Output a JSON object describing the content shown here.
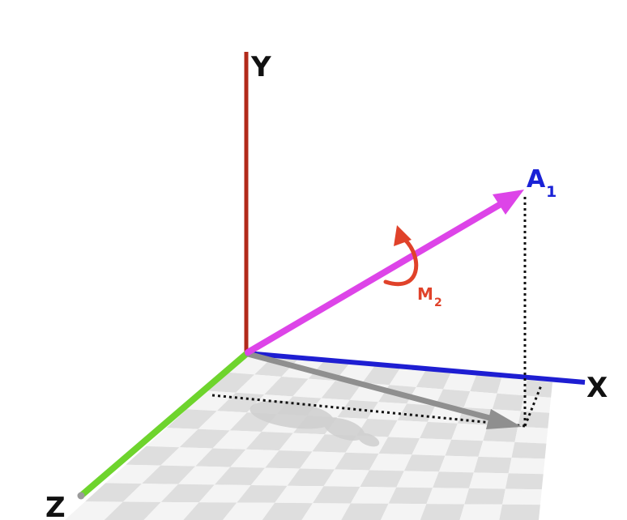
{
  "axes": {
    "x": {
      "label": "X",
      "color": "#1e1ed2"
    },
    "y": {
      "label": "Y",
      "color": "#b22a1a"
    },
    "z": {
      "label": "Z",
      "color": "#7de03a"
    }
  },
  "vector": {
    "label": "A",
    "subscript": "1",
    "label_color": "#1a22d6",
    "color": "#dd44e8"
  },
  "projection": {
    "color": "#8f8f8f"
  },
  "moment": {
    "label": "M",
    "subscript": "2",
    "color": "#e0422a"
  },
  "floor": {
    "light": "#f4f4f4",
    "dark": "#dedede"
  }
}
